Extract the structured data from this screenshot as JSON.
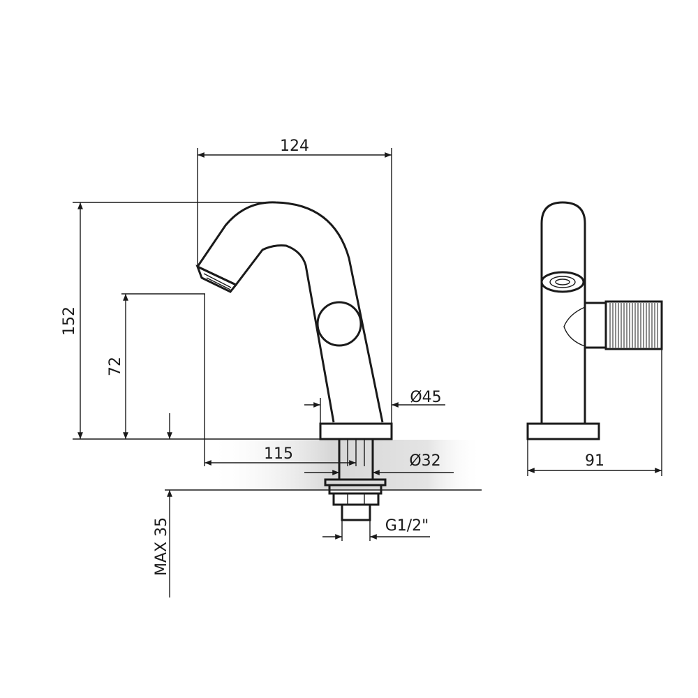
{
  "dimensions": {
    "width_total": "124",
    "height_total": "152",
    "spout_height": "72",
    "spout_reach": "115",
    "base_diameter": "Ø45",
    "shank_diameter": "Ø32",
    "thread": "G1/2\"",
    "max_counter_thickness": "MAX 35",
    "side_depth": "91"
  },
  "colors": {
    "ink": "#1a1a1a",
    "countertop_shade": "#d9d9d9"
  }
}
